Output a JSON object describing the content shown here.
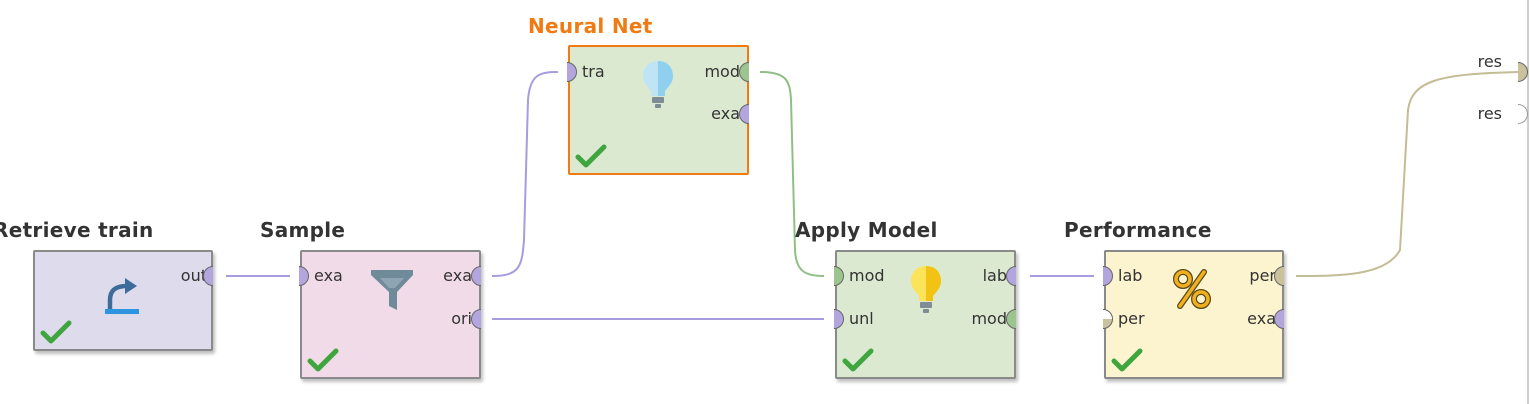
{
  "colors": {
    "port_example": "#b3a6df",
    "port_model": "#9cc48f",
    "port_performance": "#c9c29c",
    "wire_example": "#a89be0",
    "wire_model": "#8fbf84",
    "wire_performance": "#c4bc94",
    "selected_accent": "#f07b12",
    "check_green": "#3fa53f"
  },
  "operators": {
    "retrieve": {
      "title": "Retrieve train",
      "icon": "retrieve-arrow-icon",
      "fill": "#dedcec",
      "ports_out": [
        "out"
      ],
      "status": "check-icon"
    },
    "sample": {
      "title": "Sample",
      "icon": "filter-funnel-icon",
      "fill": "#f2dbe8",
      "ports_in": [
        "exa"
      ],
      "ports_out": [
        "exa",
        "ori"
      ],
      "status": "check-icon"
    },
    "neural": {
      "title": "Neural Net",
      "icon": "lightbulb-icon",
      "fill": "#dbe9d1",
      "selected": true,
      "ports_in": [
        "tra"
      ],
      "ports_out": [
        "mod",
        "exa"
      ],
      "status": "check-icon"
    },
    "apply": {
      "title": "Apply Model",
      "icon": "lightbulb-icon",
      "fill": "#dbe9d1",
      "ports_in": [
        "mod",
        "unl"
      ],
      "ports_out": [
        "lab",
        "mod"
      ],
      "status": "check-icon"
    },
    "performance": {
      "title": "Performance",
      "icon": "percent-icon",
      "fill": "#fbf4cf",
      "ports_in": [
        "lab",
        "per"
      ],
      "ports_out": [
        "per",
        "exa"
      ],
      "status": "check-icon"
    }
  },
  "process_results": [
    "res",
    "res"
  ]
}
